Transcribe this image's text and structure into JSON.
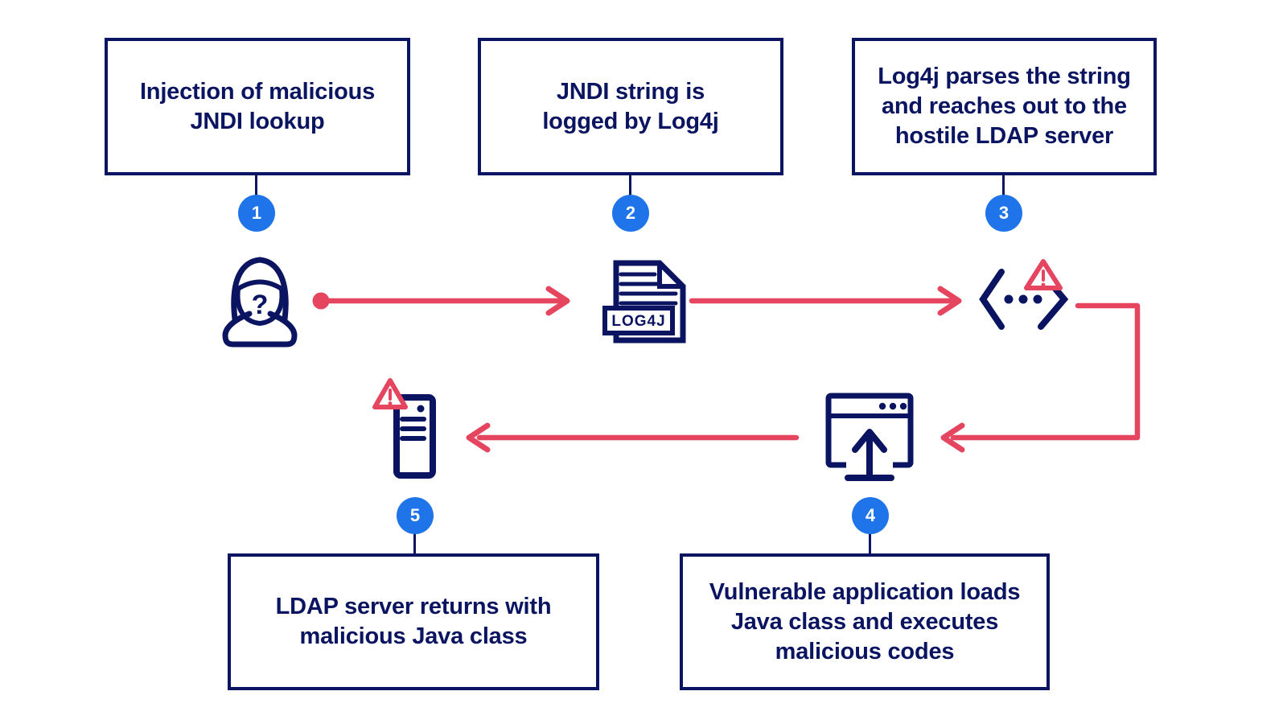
{
  "steps": [
    {
      "number": "1",
      "label": "Injection of malicious\nJNDI lookup",
      "icon": "hacker-icon"
    },
    {
      "number": "2",
      "label": "JNDI string is\nlogged by Log4j",
      "icon": "log4j-file-icon"
    },
    {
      "number": "3",
      "label": "Log4j parses the string\nand reaches out to the\nhostile LDAP server",
      "icon": "code-warning-icon"
    },
    {
      "number": "4",
      "label": "Vulnerable application loads\nJava class and executes\nmalicious codes",
      "icon": "app-window-upload-icon"
    },
    {
      "number": "5",
      "label": "LDAP server returns with\nmalicious Java class",
      "icon": "ldap-server-warning-icon"
    }
  ],
  "log4j_file_label": "LOG4J",
  "hacker_question_mark": "?",
  "colors": {
    "navy": "#0a1460",
    "red": "#e5455f",
    "badge_blue": "#1e74e8",
    "background": "#ffffff"
  }
}
